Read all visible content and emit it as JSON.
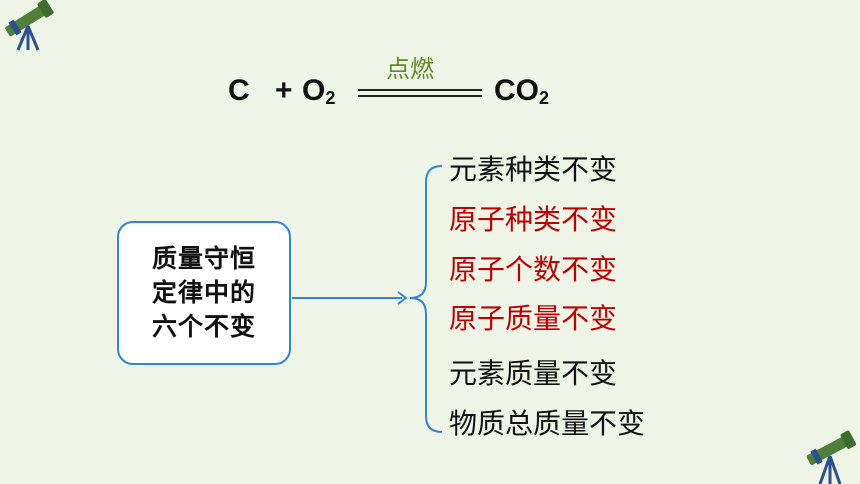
{
  "equation": {
    "reactant1": "C",
    "plus": "+",
    "reactant2": "O",
    "reactant2_sub": "2",
    "condition": "点燃",
    "product": "CO",
    "product_sub": "2"
  },
  "box": {
    "lines": [
      "质量守恒",
      "定律中的",
      "六个不变"
    ]
  },
  "items": [
    {
      "text": "元素种类不变",
      "color": "#111111"
    },
    {
      "text": "原子种类不变",
      "color": "#c00000"
    },
    {
      "text": "原子个数不变",
      "color": "#c00000"
    },
    {
      "text": "原子质量不变",
      "color": "#c00000"
    },
    {
      "text": "元素质量不变",
      "color": "#111111"
    },
    {
      "text": "物质总质量不变",
      "color": "#111111"
    }
  ],
  "icons": [
    "telescope-icon",
    "telescope-icon"
  ],
  "colors": {
    "background": "#eef5e6",
    "connector": "#2f86d8",
    "condition": "#5e8a2a",
    "highlight": "#c00000"
  }
}
